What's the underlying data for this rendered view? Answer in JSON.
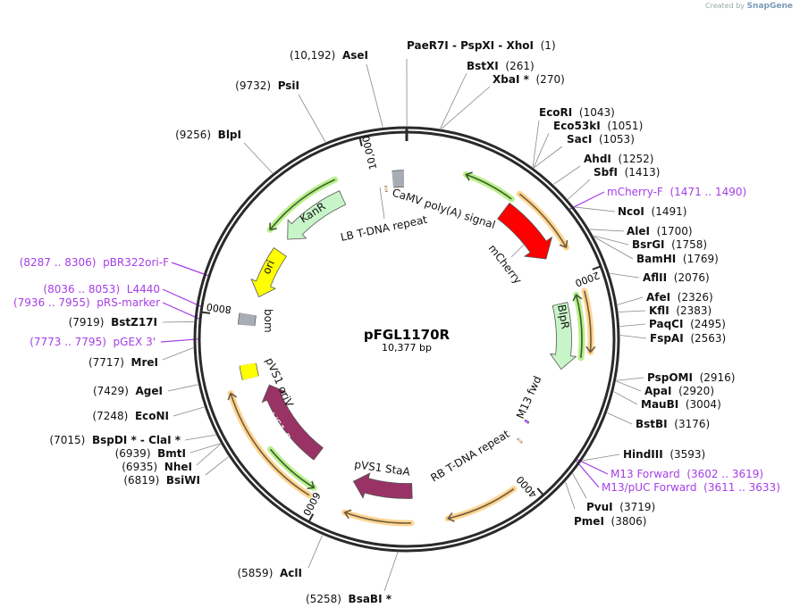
{
  "watermark": {
    "prefix": "Created by",
    "brand": "SnapGene"
  },
  "plasmid": {
    "title": "pFGL1170R",
    "size": "10,377 bp",
    "total_bp": 10377
  },
  "ticks": [
    {
      "bp": 2000,
      "label": "2000"
    },
    {
      "bp": 4000,
      "label": "4000"
    },
    {
      "bp": 6000,
      "label": "6000"
    },
    {
      "bp": 8000,
      "label": "8000"
    },
    {
      "bp": 10000,
      "label": "10,000"
    }
  ],
  "sites": [
    {
      "name": "PaeR7I  - PspXI  - XhoI",
      "pos": "(1)",
      "bp": 1,
      "kind": "enzyme"
    },
    {
      "name": "BstXI",
      "pos": "(261)",
      "bp": 261,
      "kind": "enzyme"
    },
    {
      "name": "XbaI *",
      "pos": "(270)",
      "bp": 270,
      "kind": "enzyme"
    },
    {
      "name": "EcoRI",
      "pos": "(1043)",
      "bp": 1043,
      "kind": "enzyme"
    },
    {
      "name": "Eco53kI",
      "pos": "(1051)",
      "bp": 1051,
      "kind": "enzyme"
    },
    {
      "name": "SacI",
      "pos": "(1053)",
      "bp": 1053,
      "kind": "enzyme"
    },
    {
      "name": "AhdI",
      "pos": "(1252)",
      "bp": 1252,
      "kind": "enzyme"
    },
    {
      "name": "SbfI",
      "pos": "(1413)",
      "bp": 1413,
      "kind": "enzyme"
    },
    {
      "name": "mCherry-F",
      "pos": "(1471 .. 1490)",
      "bp": 1480,
      "kind": "primer"
    },
    {
      "name": "NcoI",
      "pos": "(1491)",
      "bp": 1491,
      "kind": "enzyme"
    },
    {
      "name": "AleI",
      "pos": "(1700)",
      "bp": 1700,
      "kind": "enzyme"
    },
    {
      "name": "BsrGI",
      "pos": "(1758)",
      "bp": 1758,
      "kind": "enzyme"
    },
    {
      "name": "BamHI",
      "pos": "(1769)",
      "bp": 1769,
      "kind": "enzyme"
    },
    {
      "name": "AflII",
      "pos": "(2076)",
      "bp": 2076,
      "kind": "enzyme"
    },
    {
      "name": "AfeI",
      "pos": "(2326)",
      "bp": 2326,
      "kind": "enzyme"
    },
    {
      "name": "KflI",
      "pos": "(2383)",
      "bp": 2383,
      "kind": "enzyme"
    },
    {
      "name": "PaqCI",
      "pos": "(2495)",
      "bp": 2495,
      "kind": "enzyme"
    },
    {
      "name": "FspAI",
      "pos": "(2563)",
      "bp": 2563,
      "kind": "enzyme"
    },
    {
      "name": "PspOMI",
      "pos": "(2916)",
      "bp": 2916,
      "kind": "enzyme"
    },
    {
      "name": "ApaI",
      "pos": "(2920)",
      "bp": 2920,
      "kind": "enzyme"
    },
    {
      "name": "MauBI",
      "pos": "(3004)",
      "bp": 3004,
      "kind": "enzyme"
    },
    {
      "name": "BstBI",
      "pos": "(3176)",
      "bp": 3176,
      "kind": "enzyme"
    },
    {
      "name": "HindIII",
      "pos": "(3593)",
      "bp": 3593,
      "kind": "enzyme"
    },
    {
      "name": "M13 Forward",
      "pos": "(3602 .. 3619)",
      "bp": 3610,
      "kind": "primer"
    },
    {
      "name": "M13/pUC Forward",
      "pos": "(3611 .. 3633)",
      "bp": 3622,
      "kind": "primer"
    },
    {
      "name": "PvuI",
      "pos": "(3719)",
      "bp": 3719,
      "kind": "enzyme"
    },
    {
      "name": "PmeI",
      "pos": "(3806)",
      "bp": 3806,
      "kind": "enzyme"
    },
    {
      "name": "BsaBI *",
      "pos": "(5258)",
      "bp": 5258,
      "kind": "enzyme"
    },
    {
      "name": "AclI",
      "pos": "(5859)",
      "bp": 5859,
      "kind": "enzyme"
    },
    {
      "name": "BsiWI",
      "pos": "(6819)",
      "bp": 6819,
      "kind": "enzyme"
    },
    {
      "name": "NheI",
      "pos": "(6935)",
      "bp": 6935,
      "kind": "enzyme"
    },
    {
      "name": "BmtI",
      "pos": "(6939)",
      "bp": 6939,
      "kind": "enzyme"
    },
    {
      "name": "BspDI *  - ClaI *",
      "pos": "(7015)",
      "bp": 7015,
      "kind": "enzyme"
    },
    {
      "name": "EcoNI",
      "pos": "(7248)",
      "bp": 7248,
      "kind": "enzyme"
    },
    {
      "name": "AgeI",
      "pos": "(7429)",
      "bp": 7429,
      "kind": "enzyme"
    },
    {
      "name": "MreI",
      "pos": "(7717)",
      "bp": 7717,
      "kind": "enzyme"
    },
    {
      "name": "pGEX 3'",
      "pos": "(7773 .. 7795)",
      "bp": 7784,
      "kind": "primer"
    },
    {
      "name": "BstZ17I",
      "pos": "(7919)",
      "bp": 7919,
      "kind": "enzyme"
    },
    {
      "name": "pRS-marker",
      "pos": "(7936 .. 7955)",
      "bp": 7945,
      "kind": "primer"
    },
    {
      "name": "L4440",
      "pos": "(8036 .. 8053)",
      "bp": 8044,
      "kind": "primer"
    },
    {
      "name": "pBR322ori-F",
      "pos": "(8287 .. 8306)",
      "bp": 8296,
      "kind": "primer"
    },
    {
      "name": "BlpI",
      "pos": "(9256)",
      "bp": 9256,
      "kind": "enzyme"
    },
    {
      "name": "PsiI",
      "pos": "(9732)",
      "bp": 9732,
      "kind": "enzyme"
    },
    {
      "name": "AseI",
      "pos": "(10,192)",
      "bp": 10192,
      "kind": "enzyme"
    }
  ],
  "features": [
    {
      "label": "mCherry",
      "start": 1067,
      "end": 1730,
      "dir": 1,
      "color": "#ff0000",
      "shape": "arrow"
    },
    {
      "label": "BlpR",
      "start": 2220,
      "end": 2911,
      "dir": 1,
      "color": "#c8f5c8",
      "shape": "arrow"
    },
    {
      "label": "KanR",
      "start": 8936,
      "end": 9674,
      "dir": -1,
      "color": "#c8f5c8",
      "shape": "arrow"
    },
    {
      "label": "ori",
      "start": 8244,
      "end": 8780,
      "dir": -1,
      "color": "#ffff00",
      "shape": "arrow"
    },
    {
      "label": "pVS1 RepA",
      "start": 6272,
      "end": 7252,
      "dir": 1,
      "color": "#993366",
      "shape": "arrow"
    },
    {
      "label": "pVS1 StaA",
      "start": 5131,
      "end": 5780,
      "dir": 1,
      "color": "#993366",
      "shape": "arrow"
    },
    {
      "label": "CaMV poly(A) signal",
      "start": 10233,
      "end": 10348,
      "dir": 0,
      "color": "#a8adb5",
      "shape": "box"
    },
    {
      "label": "LB T-DNA repeat",
      "start": 10140,
      "end": 10165,
      "dir": 0,
      "color": "#f0d4b0",
      "shape": "box"
    },
    {
      "label": "bom",
      "start": 7927,
      "end": 8042,
      "dir": 0,
      "color": "#a8adb5",
      "shape": "box"
    },
    {
      "label": "pVS1 oriV",
      "start": 7380,
      "end": 7523,
      "dir": 0,
      "color": "#ffff00",
      "shape": "box"
    },
    {
      "label": "RB T-DNA repeat",
      "start": 3790,
      "end": 3815,
      "dir": 0,
      "color": "#f0d4b0",
      "shape": "box"
    },
    {
      "label": "M13 fwd",
      "start": 3574,
      "end": 3600,
      "dir": 0,
      "color": "#b45cf0",
      "shape": "primer"
    }
  ],
  "orfs": [
    {
      "start": 1090,
      "end": 1730,
      "dir": 1,
      "color": "orange"
    },
    {
      "start": 2155,
      "end": 2710,
      "dir": 1,
      "color": "orange"
    },
    {
      "start": 4165,
      "end": 4815,
      "dir": 1,
      "color": "orange"
    },
    {
      "start": 5150,
      "end": 5755,
      "dir": 1,
      "color": "orange"
    },
    {
      "start": 6110,
      "end": 7290,
      "dir": 1,
      "color": "orange"
    },
    {
      "start": 570,
      "end": 1060,
      "dir": -1,
      "color": "green"
    },
    {
      "start": 2170,
      "end": 2770,
      "dir": -1,
      "color": "green"
    },
    {
      "start": 8900,
      "end": 9680,
      "dir": -1,
      "color": "green"
    },
    {
      "start": 6110,
      "end": 6660,
      "dir": -1,
      "color": "green"
    }
  ]
}
